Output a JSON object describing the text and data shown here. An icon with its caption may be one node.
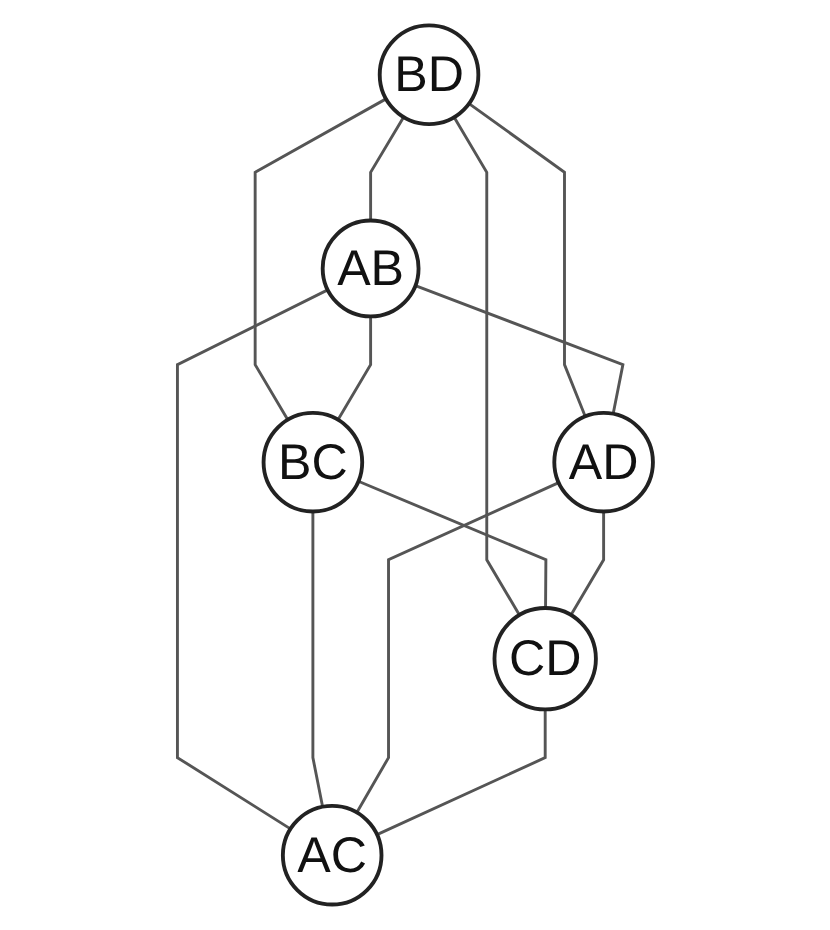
{
  "diagram": {
    "nodes": [
      {
        "text": [
          "BD"
        ]
      },
      {
        "text": [
          "AB"
        ]
      },
      {
        "text": [
          "BC"
        ]
      },
      {
        "text": [
          "AD"
        ]
      },
      {
        "text": [
          "CD"
        ]
      },
      {
        "text": [
          "AC"
        ]
      }
    ],
    "edges": [
      {
        "from": 0,
        "to": 1,
        "arrow": "none"
      },
      {
        "from": 0,
        "to": 2,
        "arrow": "none"
      },
      {
        "from": 0,
        "to": 3,
        "arrow": "none"
      },
      {
        "from": 0,
        "to": 4,
        "arrow": "none"
      },
      {
        "from": 1,
        "to": 2,
        "arrow": "none"
      },
      {
        "from": 1,
        "to": 3,
        "arrow": "none"
      },
      {
        "from": 1,
        "to": 5,
        "arrow": "none"
      },
      {
        "from": 2,
        "to": 4,
        "arrow": "none"
      },
      {
        "from": 2,
        "to": 5,
        "arrow": "none"
      },
      {
        "from": 3,
        "to": 4,
        "arrow": "none"
      },
      {
        "from": 3,
        "to": 5,
        "arrow": "none"
      },
      {
        "from": 4,
        "to": 5,
        "arrow": "none"
      }
    ]
  }
}
